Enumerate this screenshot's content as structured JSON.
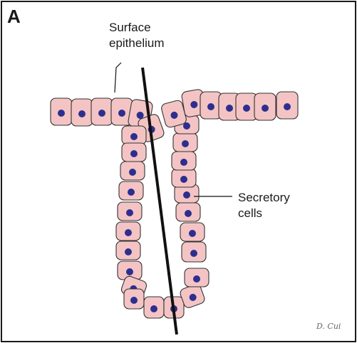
{
  "figure": {
    "panel_letter": "A",
    "labels": {
      "surface_line1": "Surface",
      "surface_line2": "epithelium",
      "secretory_line1": "Secretory",
      "secretory_line2": "cells"
    },
    "signature": "D. Cui"
  },
  "colors": {
    "cell_fill": "#f4c4c4",
    "cell_stroke": "#333333",
    "nucleus": "#2d2f8f",
    "line": "#111111"
  }
}
